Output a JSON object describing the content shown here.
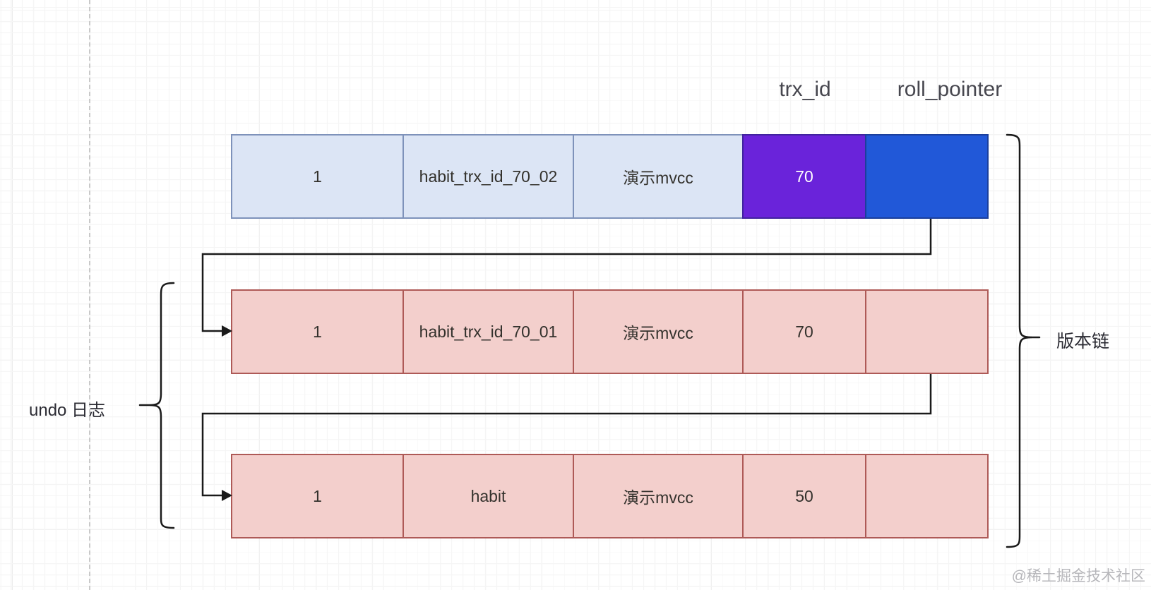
{
  "diagram": {
    "title_context": "MVCC version chain with undo log records",
    "column_labels": {
      "trx_id": "trx_id",
      "roll_pointer": "roll_pointer"
    },
    "rows": [
      {
        "name": "current-record",
        "cells": [
          "1",
          "habit_trx_id_70_02",
          "演示mvcc",
          "70",
          ""
        ]
      },
      {
        "name": "undo-record-1",
        "cells": [
          "1",
          "habit_trx_id_70_01",
          "演示mvcc",
          "70",
          ""
        ]
      },
      {
        "name": "undo-record-2",
        "cells": [
          "1",
          "habit",
          "演示mvcc",
          "50",
          ""
        ]
      }
    ],
    "left_brace_label": "undo 日志",
    "right_brace_label": "版本链",
    "watermark": "@稀土掘金技术社区",
    "colors": {
      "record_fill": "#dce5f5",
      "record_border": "#7e92ba",
      "trx_id_fill": "#6a23da",
      "roll_pointer_fill": "#2158d8",
      "undo_fill": "#f3cfcc",
      "undo_border": "#ae5a57",
      "connector": "#1a1a1a"
    }
  }
}
